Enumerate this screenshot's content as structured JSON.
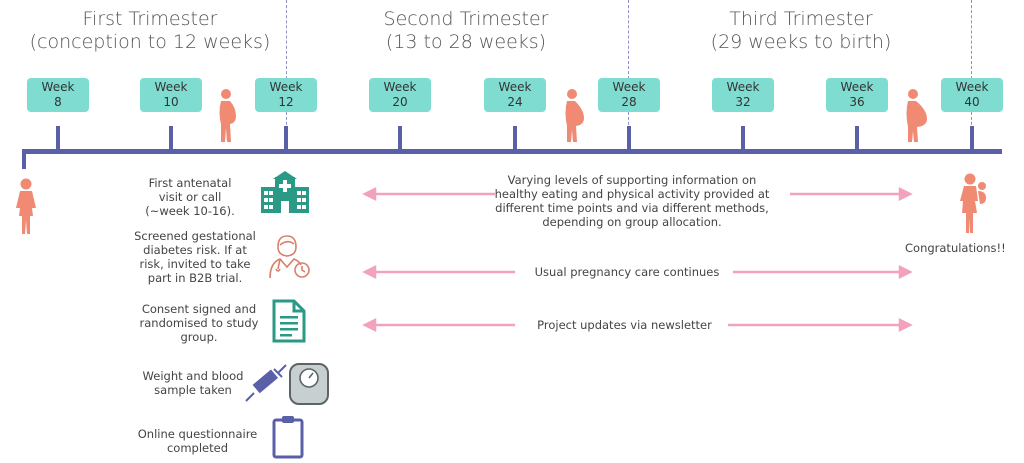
{
  "trimesters": [
    {
      "name": "First Trimester",
      "range": "(conception to 12 weeks)"
    },
    {
      "name": "Second Trimester",
      "range": "(13 to 28 weeks)"
    },
    {
      "name": "Third Trimester",
      "range": "(29 weeks to birth)"
    }
  ],
  "weeks": [
    {
      "line1": "Week",
      "line2": "8"
    },
    {
      "line1": "Week",
      "line2": "10"
    },
    {
      "line1": "Week",
      "line2": "12"
    },
    {
      "line1": "Week",
      "line2": "20"
    },
    {
      "line1": "Week",
      "line2": "24"
    },
    {
      "line1": "Week",
      "line2": "28"
    },
    {
      "line1": "Week",
      "line2": "32"
    },
    {
      "line1": "Week",
      "line2": "36"
    },
    {
      "line1": "Week",
      "line2": "40"
    }
  ],
  "steps": [
    {
      "lines": [
        "First antenatal",
        "visit or call",
        "(~week 10-16)."
      ],
      "icon": "hospital-icon"
    },
    {
      "lines": [
        "Screened gestational",
        "diabetes risk. If at",
        "risk, invited to take",
        "part in B2B trial."
      ],
      "icon": "doctor-clock-icon"
    },
    {
      "lines": [
        "Consent signed and",
        "randomised to study",
        "group."
      ],
      "icon": "document-icon"
    },
    {
      "lines": [
        "Weight and blood",
        "sample taken"
      ],
      "icon": "syringe-scale-icon"
    },
    {
      "lines": [
        "Online questionnaire",
        "completed"
      ],
      "icon": "clipboard-icon"
    }
  ],
  "messages": {
    "support": [
      "Varying levels of supporting information on",
      "healthy eating and physical activity provided at",
      "different time points and via different methods,",
      "depending on group allocation."
    ],
    "usual_care": "Usual pregnancy care continues",
    "updates": "Project updates via newsletter"
  },
  "congrats": "Congratulations!!",
  "colors": {
    "week_box": "#7fdcd0",
    "axis": "#5a60a8",
    "dashed": "#8c8fc8",
    "figure": "#f08a72",
    "arrow": "#f2a2bf",
    "icon_teal": "#2a9a86",
    "icon_purple": "#5a60a8"
  }
}
